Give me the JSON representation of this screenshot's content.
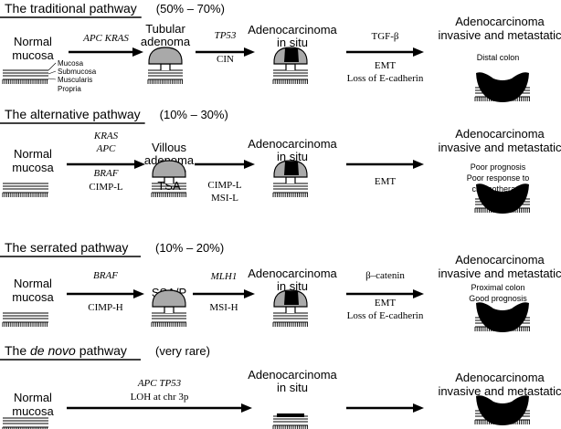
{
  "pathways": [
    {
      "title": "The traditional pathway",
      "title_parts": [],
      "share": "(50% – 70%)",
      "normal": [
        "Normal",
        "mucosa"
      ],
      "layer_labels": [
        "Mucosa",
        "Submucosa",
        "Muscularis",
        "Propria"
      ],
      "arrow1_top": [
        "APC KRAS"
      ],
      "arrow1_bottom": [],
      "stage2": [
        "Tubular",
        "adenoma"
      ],
      "arrow2_top": [
        "TP53"
      ],
      "arrow2_bottom": [
        "CIN"
      ],
      "stage3": [
        "Adenocarcinoma",
        "in situ"
      ],
      "arrow3_top": [
        "TGF-β"
      ],
      "arrow3_bottom": [
        "EMT",
        "Loss of E-cadherin"
      ],
      "stage4": [
        "Adenocarcinoma",
        "invasive and metastatic"
      ],
      "stage4_notes": [
        "Distal colon"
      ]
    },
    {
      "title": "The alternative pathway",
      "title_parts": [],
      "share": "(10% – 30%)",
      "normal": [
        "Normal",
        "mucosa"
      ],
      "layer_labels": [],
      "arrow1_top": [
        "KRAS",
        "APC"
      ],
      "arrow1_bottom": [
        "BRAF",
        "CIMP-L"
      ],
      "stage2": [
        "Villous",
        "adenoma",
        "SSA/P",
        "TSA"
      ],
      "arrow2_top": [],
      "arrow2_bottom": [
        "CIMP-L",
        "MSI-L"
      ],
      "stage3": [
        "Adenocarcinoma",
        "in situ"
      ],
      "arrow3_top": [],
      "arrow3_bottom": [
        "EMT"
      ],
      "stage4": [
        "Adenocarcinoma",
        "invasive and metastatic"
      ],
      "stage4_notes": [
        "Poor prognosis",
        "Poor response to",
        "chemotherapy"
      ]
    },
    {
      "title": "The serrated pathway",
      "title_parts": [],
      "share": "(10% – 20%)",
      "normal": [
        "Normal",
        "mucosa"
      ],
      "layer_labels": [],
      "arrow1_top": [
        "BRAF"
      ],
      "arrow1_bottom": [
        "CIMP-H"
      ],
      "stage2": [
        "SSA/P"
      ],
      "arrow2_top": [
        "MLH1"
      ],
      "arrow2_bottom": [
        "MSI-H"
      ],
      "stage3": [
        "Adenocarcinoma",
        "in situ"
      ],
      "arrow3_top": [
        "β–catenin"
      ],
      "arrow3_bottom": [
        "EMT",
        "Loss of E-cadherin"
      ],
      "stage4": [
        "Adenocarcinoma",
        "invasive and metastatic"
      ],
      "stage4_notes": [
        "Proximal colon",
        "Good prognosis"
      ]
    },
    {
      "title": "",
      "title_parts": [
        "The ",
        "de novo",
        " pathway"
      ],
      "share": "(very rare)",
      "normal": [
        "Normal",
        "mucosa"
      ],
      "layer_labels": [],
      "arrow1_top": [
        "APC TP53"
      ],
      "arrow1_bottom": [
        "LOH at chr 3p"
      ],
      "stage2": [],
      "arrow2_top": [],
      "arrow2_bottom": [],
      "stage3": [
        "Adenocarcinoma",
        "in situ"
      ],
      "arrow3_top": [],
      "arrow3_bottom": [],
      "stage4": [
        "Adenocarcinoma",
        "invasive and metastatic"
      ],
      "stage4_notes": []
    }
  ],
  "colors": {
    "polyp": "#a9a9a9",
    "tumor": "#000000",
    "line": "#000000"
  }
}
